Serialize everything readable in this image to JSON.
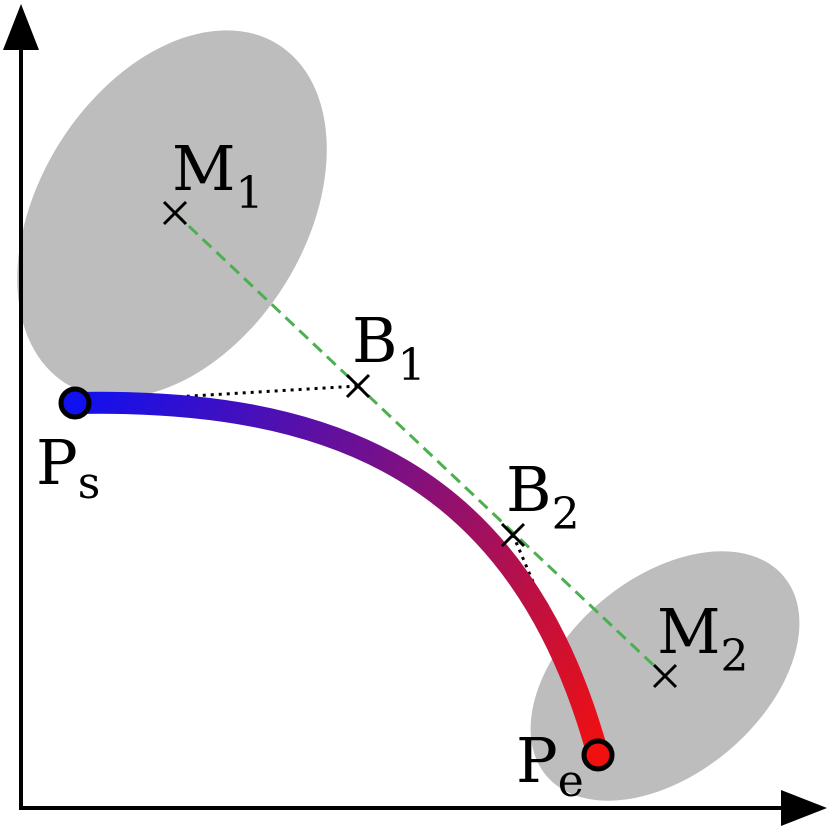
{
  "labels": {
    "m1": {
      "main": "M",
      "sub": "1"
    },
    "m2": {
      "main": "M",
      "sub": "2"
    },
    "b1": {
      "main": "B",
      "sub": "1"
    },
    "b2": {
      "main": "B",
      "sub": "2"
    },
    "ps": {
      "main": "P",
      "sub": "s"
    },
    "pe": {
      "main": "P",
      "sub": "e"
    }
  },
  "colors": {
    "ellipse_fill": "#bdbdbd",
    "axis": "#000000",
    "control_polygon_dash": "#4caf50",
    "tangent_dotted": "#000000",
    "curve_start": "#1010f0",
    "curve_end": "#f01010",
    "endpoint_stroke": "#000000"
  }
}
